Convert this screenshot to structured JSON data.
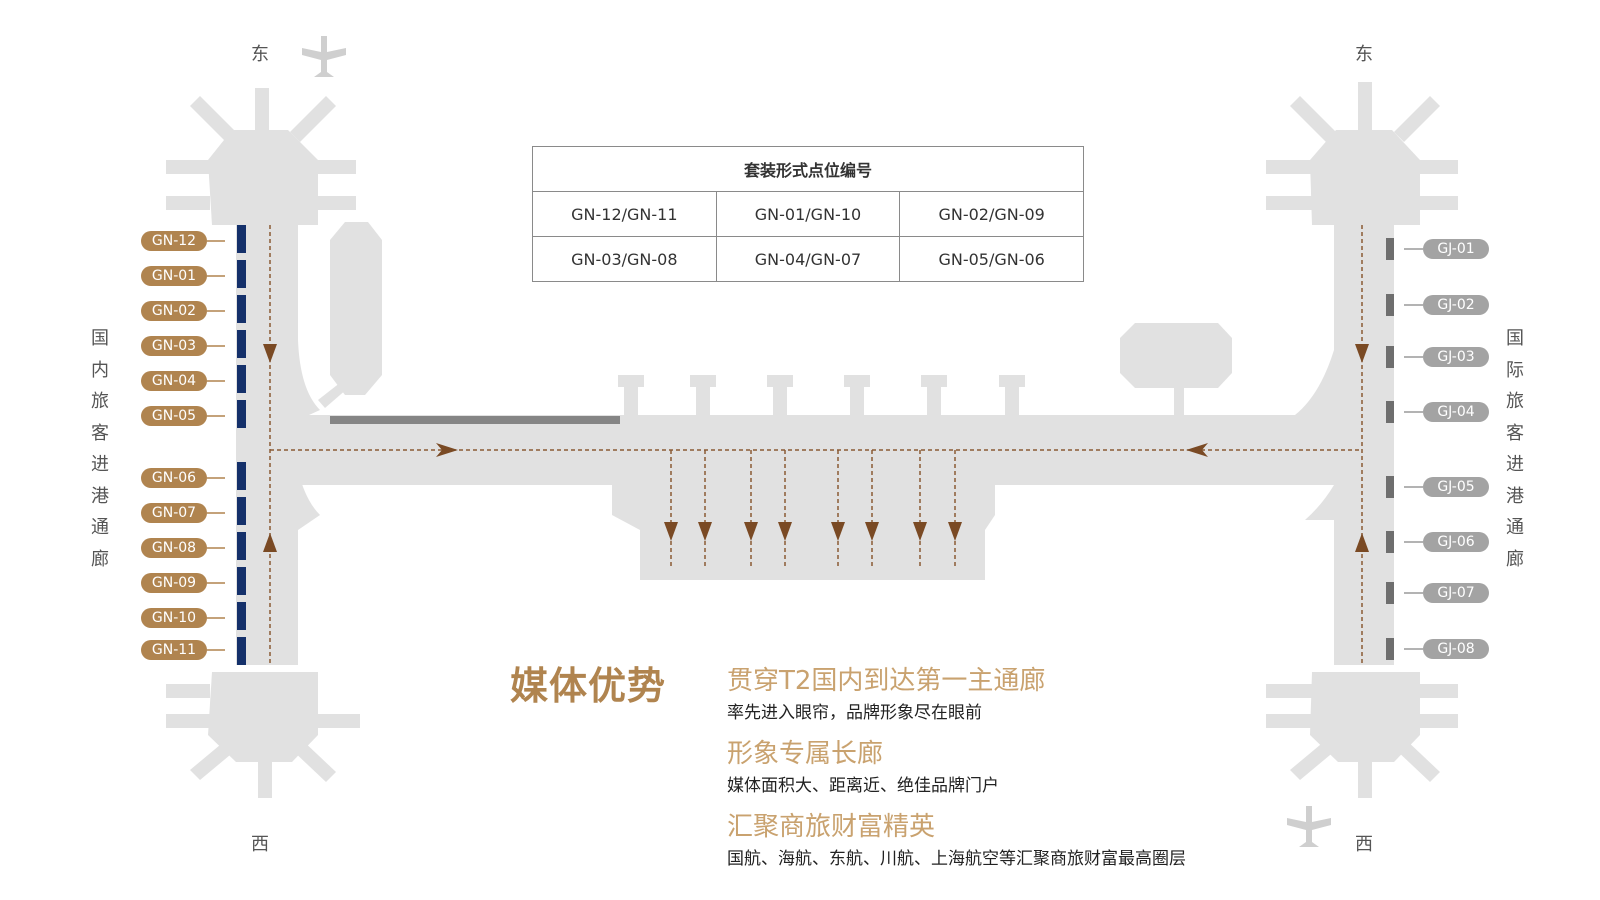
{
  "colors": {
    "terminal_fill": "#e1e1e1",
    "accent_gold": "#b0844f",
    "gn_bar": "#14306a",
    "gj_bar": "#6e6e6e",
    "gj_badge": "#a3a3a3",
    "arrow": "#7a4a24"
  },
  "compass": {
    "left_top": "东",
    "left_bottom": "西",
    "right_top": "东",
    "right_bottom": "西"
  },
  "side_labels": {
    "left": "国内旅客进港通廊",
    "right": "国际旅客进港通廊"
  },
  "gn_gates": [
    "GN-12",
    "GN-01",
    "GN-02",
    "GN-03",
    "GN-04",
    "GN-05",
    "GN-06",
    "GN-07",
    "GN-08",
    "GN-09",
    "GN-10",
    "GN-11"
  ],
  "gj_gates": [
    "GJ-01",
    "GJ-02",
    "GJ-03",
    "GJ-04",
    "GJ-05",
    "GJ-06",
    "GJ-07",
    "GJ-08"
  ],
  "table": {
    "title": "套装形式点位编号",
    "rows": [
      [
        "GN-12/GN-11",
        "GN-01/GN-10",
        "GN-02/GN-09"
      ],
      [
        "GN-03/GN-08",
        "GN-04/GN-07",
        "GN-05/GN-06"
      ]
    ]
  },
  "advantages": {
    "title": "媒体优势",
    "items": [
      {
        "heading": "贯穿T2国内到达第一主通廊",
        "text": "率先进入眼帘，品牌形象尽在眼前"
      },
      {
        "heading": "形象专属长廊",
        "text": "媒体面积大、距离近、绝佳品牌门户"
      },
      {
        "heading": "汇聚商旅财富精英",
        "text": "国航、海航、东航、川航、上海航空等汇聚商旅财富最高圈层"
      }
    ]
  },
  "icons": [
    "airplane-icon-top",
    "airplane-icon-bottom"
  ]
}
